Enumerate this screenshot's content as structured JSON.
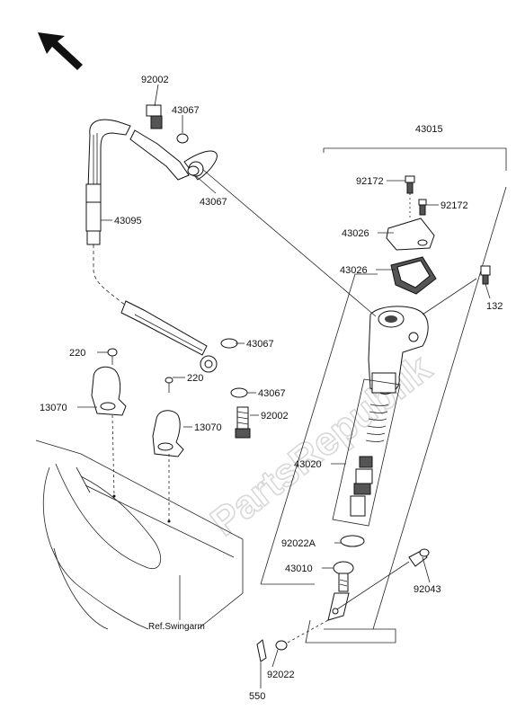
{
  "watermark": "PartsRepublik",
  "reference_label": "Ref.Swingarm",
  "callouts": {
    "c92002a": "92002",
    "c43067a": "43067",
    "c43067b": "43067",
    "c43095": "43095",
    "c43067c": "43067",
    "c43067d": "43067",
    "c92002b": "92002",
    "c220a": "220",
    "c220b": "220",
    "c13070a": "13070",
    "c13070b": "13070",
    "c43015": "43015",
    "c92172a": "92172",
    "c92172b": "92172",
    "c43026a": "43026",
    "c43026b": "43026",
    "c132": "132",
    "c43020": "43020",
    "c92022a": "92022A",
    "c43010": "43010",
    "c92043": "92043",
    "c92022": "92022",
    "c550": "550"
  }
}
